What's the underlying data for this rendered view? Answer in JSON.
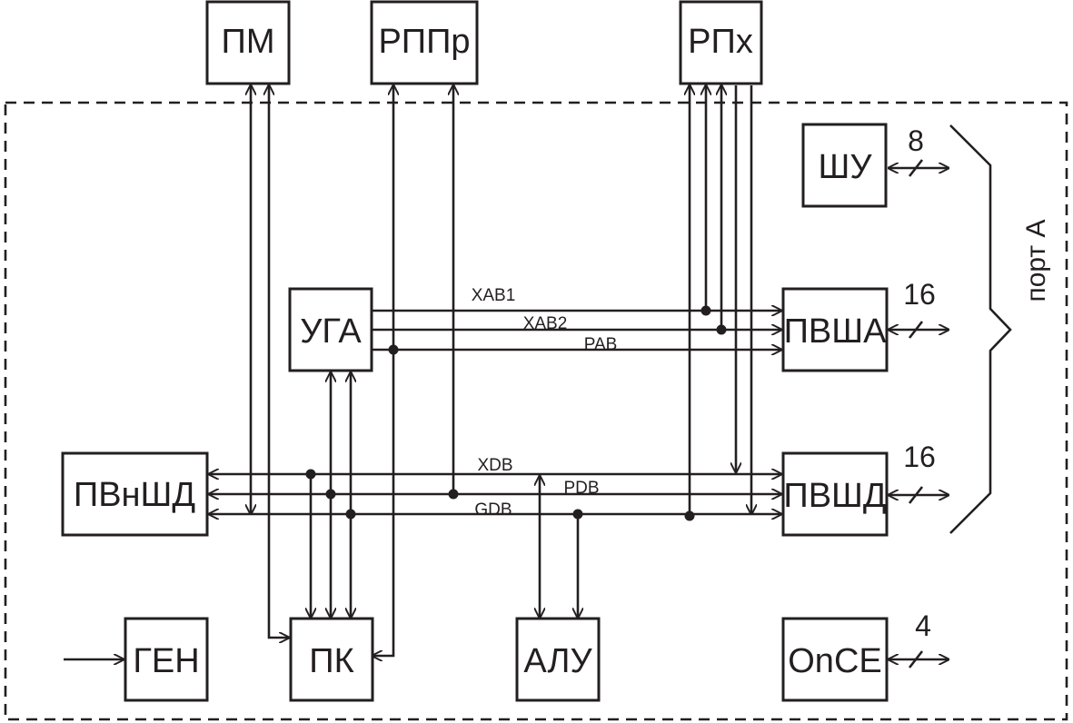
{
  "blocks": {
    "pm": "ПМ",
    "rppr": "РППр",
    "rpx": "РПх",
    "shu": "ШУ",
    "uga": "УГА",
    "pvsha": "ПВША",
    "pvnshd": "ПВнШД",
    "pvshd": "ПВШД",
    "gen": "ГЕН",
    "pk": "ПК",
    "alu": "АЛУ",
    "once": "OnCE"
  },
  "buses": {
    "xab1": "XAB1",
    "xab2": "XAB2",
    "pab": "PAB",
    "xdb": "XDB",
    "pdb": "PDB",
    "gdb": "GDB"
  },
  "widths": {
    "shu": "8",
    "pvsha": "16",
    "pvshd": "16",
    "once": "4"
  },
  "port_label": "порт А",
  "colors": {
    "ink": "#231f20",
    "background": "#ffffff"
  }
}
